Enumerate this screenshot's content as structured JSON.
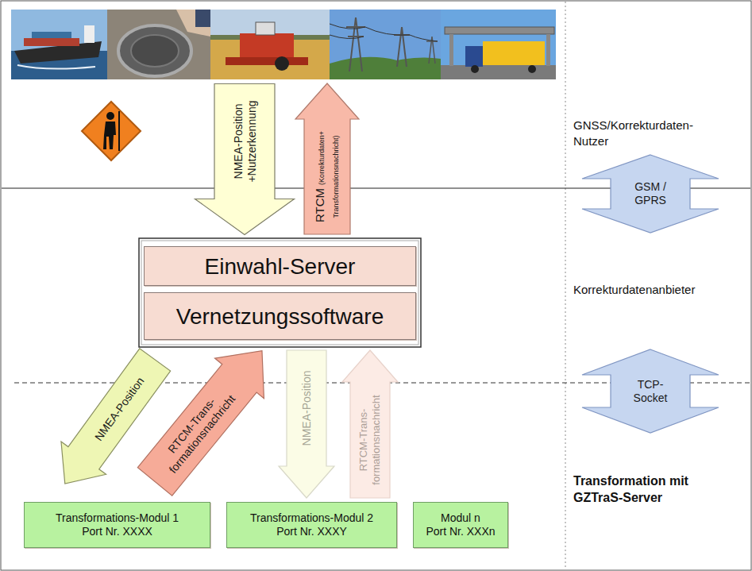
{
  "diagram": {
    "nodes": [
      {
        "text": [
          "NMEA-Position +Nutzerkennung"
        ]
      },
      {
        "text": [
          "RTCM",
          "(Korrekturdaten+ Transformationsnachricht)"
        ]
      },
      {
        "text": [
          "GSM / GPRS"
        ]
      },
      {
        "text": [
          "Einwahl-Server"
        ]
      },
      {
        "text": [
          "Vernetzungssoftware"
        ]
      },
      {
        "text": [
          "NMEA-Position"
        ]
      },
      {
        "text": [
          "RTCM-Trans- formationsnachricht"
        ]
      },
      {
        "text": [
          "TCP-Socket"
        ]
      },
      {
        "text": [
          "NMEA-Position"
        ]
      },
      {
        "text": [
          "RTCM-Trans- formationsnachricht"
        ]
      },
      {
        "text": [
          "Transformations-Modul 1",
          "Port Nr. XXXX"
        ]
      },
      {
        "text": [
          "Transformations-Modul 2",
          "Port Nr. XXXY"
        ]
      },
      {
        "text": [
          "Modul n",
          "Port Nr. XXXn"
        ]
      }
    ],
    "labels": [
      "GNSS/Korrekturdaten- Nutzer",
      "Korrekturdatenanbieter",
      "Transformation mit GZTraS-Server"
    ]
  }
}
